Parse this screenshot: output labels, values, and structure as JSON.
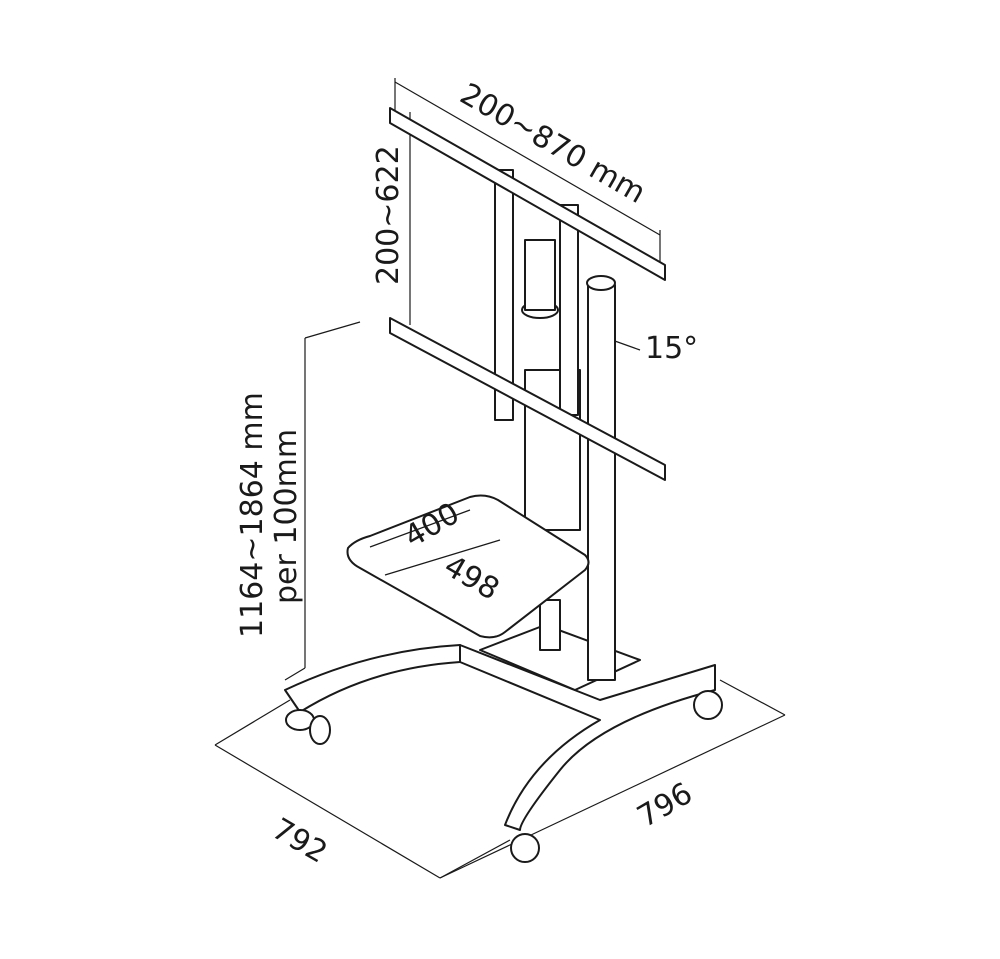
{
  "labels": {
    "vesa_width": "200~870 mm",
    "vesa_height": "200~622",
    "tilt": "15°",
    "height_range": "1164~1864 mm",
    "height_step": "per 100mm",
    "shelf_depth": "400",
    "shelf_width": "498",
    "base_depth": "792",
    "base_width": "796"
  }
}
